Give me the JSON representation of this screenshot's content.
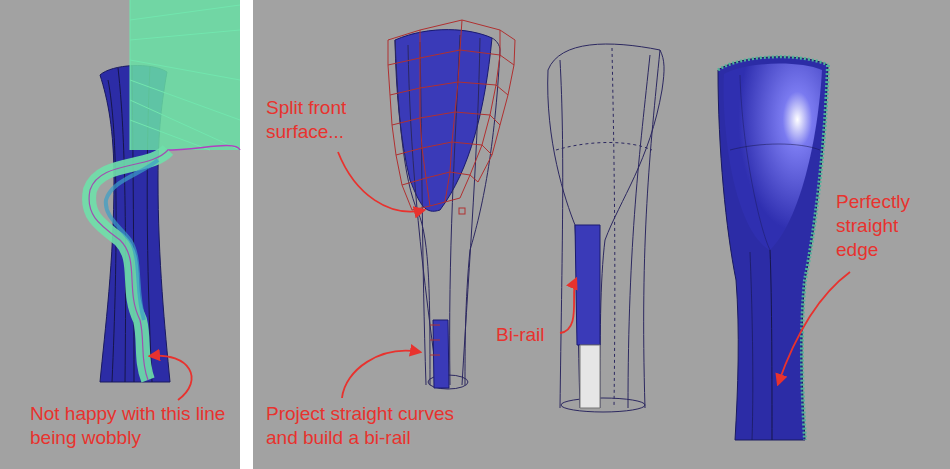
{
  "diagram": {
    "labels": [
      "Not happy with this line being wobbly",
      "Split front surface...",
      "Project straight curves and build a bi-rail",
      "Bi-rail",
      "Perfectly straight edge"
    ]
  }
}
